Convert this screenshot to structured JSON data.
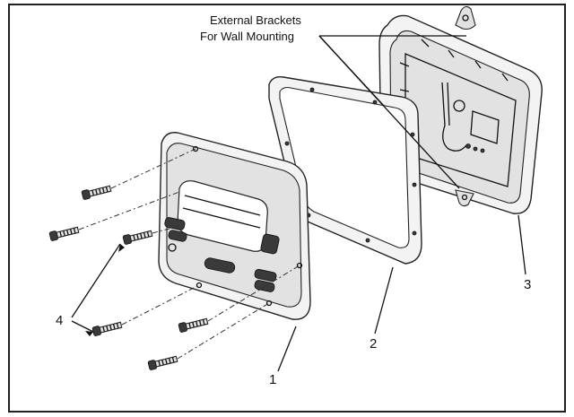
{
  "annotation": {
    "line1": "External Brackets",
    "line2": "For Wall Mounting"
  },
  "callouts": {
    "faceplate": "1",
    "gasket": "2",
    "back_housing": "3",
    "screws": "4"
  },
  "colors": {
    "line": "#111111",
    "part_fill": "#f3f3f3",
    "background": "#ffffff"
  }
}
